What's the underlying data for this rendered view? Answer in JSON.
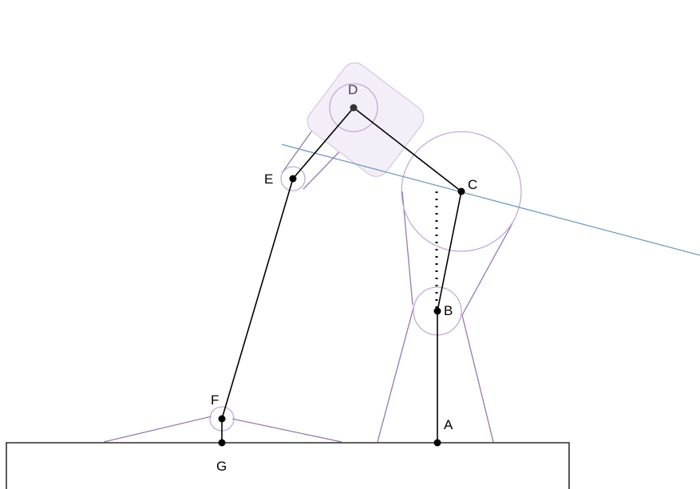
{
  "diagram": {
    "point_labels": {
      "A": "A",
      "B": "B",
      "C": "C",
      "D": "D",
      "E": "E",
      "F": "F",
      "G": "G"
    },
    "colors": {
      "link": "#000000",
      "joint": "#000000",
      "envelope": "#9678ae",
      "joint_circle": "#c3aad6",
      "tool_fill": "#f4eef8",
      "tool_stroke": "#d6c6e4",
      "reference_line": "#6f97bf",
      "base": "#000000"
    }
  }
}
